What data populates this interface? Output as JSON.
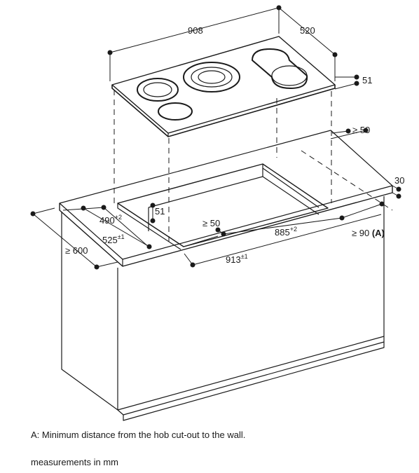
{
  "colors": {
    "line": "#1a1a1a",
    "background": "#ffffff"
  },
  "dimensions": {
    "hob_width": "908",
    "hob_depth": "520",
    "hob_height": "51",
    "gap_wall": "≥ 50",
    "worktop_thickness": "30",
    "cutout_depth": "490",
    "cutout_depth_tol": "+2",
    "cabinet_depth_inner": "525",
    "cabinet_depth_tol": "±1",
    "worktop_depth": "≥ 600",
    "cutout_height": "51",
    "edge_gap": "≥ 50",
    "cutout_width": "885",
    "cutout_width_tol": "+2",
    "cabinet_width": "913",
    "cabinet_width_tol": "±1",
    "wall_distance": "≥ 90",
    "wall_distance_ref": "(A)"
  },
  "notes": {
    "a": "A: Minimum distance from the hob cut-out to the wall.",
    "units": "measurements in mm"
  }
}
